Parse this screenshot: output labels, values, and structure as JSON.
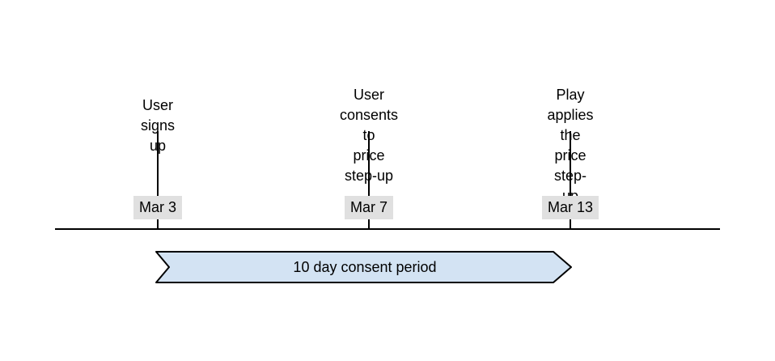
{
  "diagram": {
    "type": "timeline",
    "events": [
      {
        "label": "User signs up",
        "date": "Mar 3"
      },
      {
        "label": "User consents to\nprice step-up",
        "date": "Mar 7"
      },
      {
        "label": "Play applies the\nprice step-up",
        "date": "Mar 13"
      }
    ],
    "span": {
      "label": "10 day consent period"
    }
  },
  "colors": {
    "line_color": "#000000",
    "chip_bg": "#e0e0e0",
    "banner_fill": "#d3e3f3",
    "text_color": "#000000",
    "page_bg": "#ffffff"
  }
}
